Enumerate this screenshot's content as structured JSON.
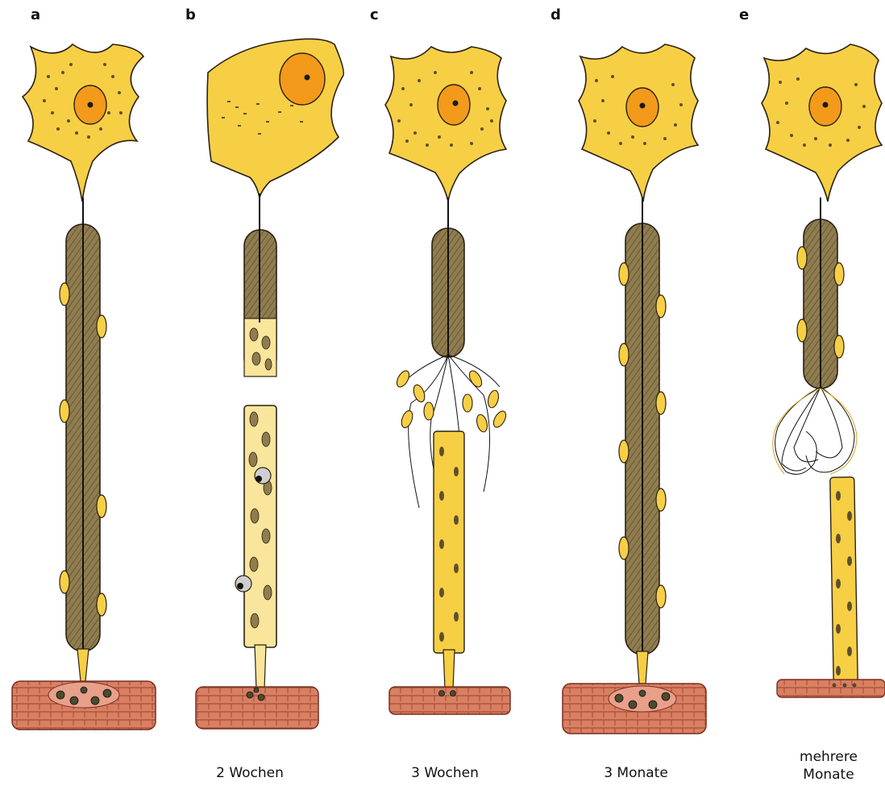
{
  "panels": [
    {
      "label": "a",
      "caption_lines": []
    },
    {
      "label": "b",
      "caption_lines": [
        "2 Wochen"
      ]
    },
    {
      "label": "c",
      "caption_lines": [
        "3 Wochen"
      ]
    },
    {
      "label": "d",
      "caption_lines": [
        "3 Monate"
      ]
    },
    {
      "label": "e",
      "caption_lines": [
        "mehrere",
        "Monate"
      ]
    }
  ],
  "colors": {
    "cytoplasm": "#f7cf45",
    "cytoplasm_light": "#fbe69a",
    "nucleus": "#f39a1b",
    "myelin": "#8f7c4f",
    "schwann": "#e8b92a",
    "muscle": "#d97f62",
    "muscle_dark": "#a24a35",
    "outline": "#2a2113"
  }
}
